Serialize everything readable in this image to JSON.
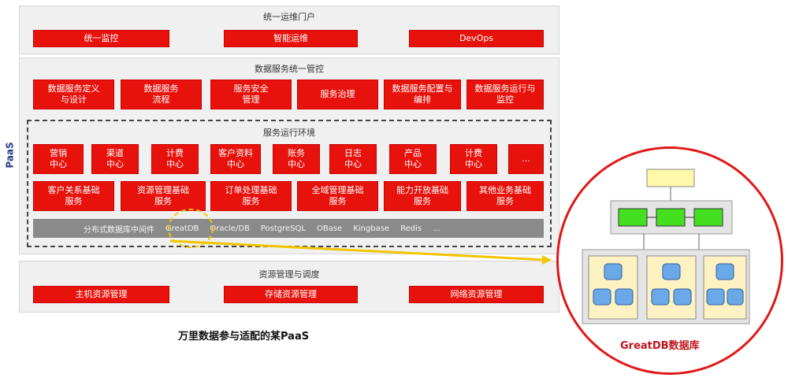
{
  "portal": {
    "title": "统一运维门户",
    "items": [
      "统一监控",
      "智能运维",
      "DevOps"
    ]
  },
  "data_service": {
    "title": "数据服务统一管控",
    "items": [
      "数据服务定义\n与设计",
      "数据服务\n流程",
      "服务安全\n管理",
      "服务治理",
      "数据服务配置与\n编排",
      "数据服务运行与\n监控"
    ]
  },
  "runtime": {
    "title": "服务运行环境",
    "centers": [
      "营销\n中心",
      "渠道\n中心",
      "计费\n中心",
      "客户资料\n中心",
      "账务\n中心",
      "日志\n中心",
      "产品\n中心",
      "计费\n中心",
      "..."
    ],
    "services": [
      "客户关系基础\n服务",
      "资源管理基础\n服务",
      "订单处理基础\n服务",
      "全域管理基础\n服务",
      "能力开放基础\n服务",
      "其他业务基础\n服务"
    ],
    "db_bar": [
      "分布式数据库中间件",
      "GreatDB",
      "Oracle/DB",
      "PostgreSQL",
      "OBase",
      "Kingbase",
      "Redis",
      "..."
    ]
  },
  "resource": {
    "title": "资源管理与调度",
    "items": [
      "主机资源管理",
      "存储资源管理",
      "网络资源管理"
    ]
  },
  "side_label": "PaaS",
  "caption": "万里数据参与适配的某PaaS",
  "greatdb_label": "GreatDB数据库",
  "colors": {
    "red": "#e8120c",
    "highlight": "#f2c500",
    "circle": "#e01818"
  }
}
